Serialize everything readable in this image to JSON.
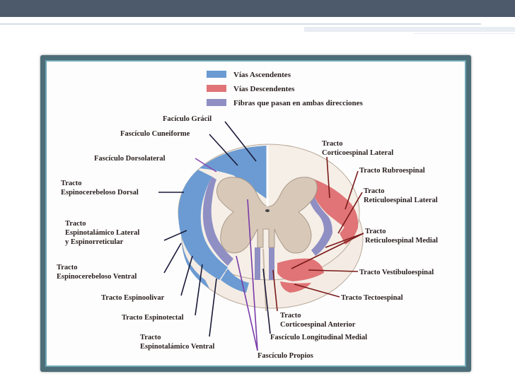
{
  "colors": {
    "ascending": "#6b9bd2",
    "descending": "#e07476",
    "both": "#8f8fc4",
    "gray_matter": "#d8c8b8",
    "frame": "#4d6e78",
    "frame_inner": "#6fa6b5",
    "top_bar": "#4d5a6b"
  },
  "legend": [
    {
      "label": "Vías Ascendentes"
    },
    {
      "label": "Vías Descendentes"
    },
    {
      "label": "Fibras que pasan en ambas direcciones"
    }
  ],
  "labels": {
    "fasciculo_gracil": "Facículo Grácil",
    "fasciculo_cuneiforme": "Fascículo Cuneiforme",
    "fasciculo_dorsolateral": "Fascículo Dorsolateral",
    "espinocerebeloso_dorsal": [
      "Tracto",
      "Espinocerebeloso Dorsal"
    ],
    "espinotalamico_lateral": [
      "Tracto",
      "Espinotalámico Lateral",
      "y Espinorreticular"
    ],
    "espinocerebeloso_ventral": [
      "Tracto",
      "Espinocerebeloso Ventral"
    ],
    "espinoolivar": "Tracto Espinoolivar",
    "espinotectal": "Tracto Espinotectal",
    "espinotalamico_ventral": [
      "Tracto",
      "Espinotalámico Ventral"
    ],
    "corticoespinal_lateral": [
      "Tracto",
      "Corticoespinal Lateral"
    ],
    "rubroespinal": "Tracto Rubroespinal",
    "reticuloespinal_lateral": [
      "Tracto",
      "Reticuloespinal Lateral"
    ],
    "reticuloespinal_medial": [
      "Tracto",
      "Reticuloespinal Medial"
    ],
    "vestibuloespinal": "Tracto Vestibuloespinal",
    "tectoespinal": "Tracto Tectoespinal",
    "corticoespinal_anterior": [
      "Tracto",
      "Corticoespinal Anterior"
    ],
    "longitudinal_medial": "Fascículo Longitudinal Medial",
    "propios": "Fascículo Propios"
  }
}
